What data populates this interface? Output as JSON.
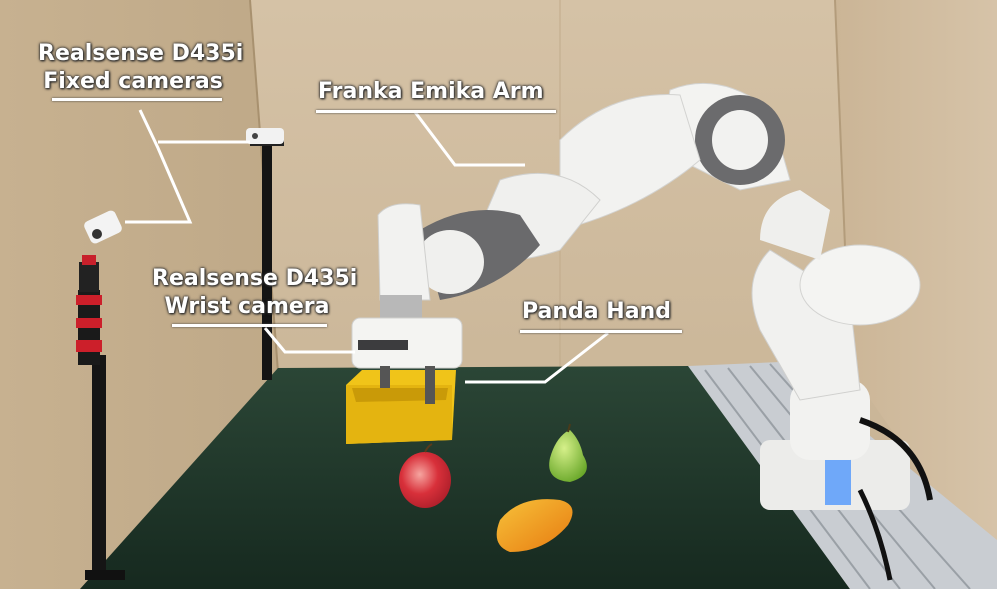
{
  "labels": {
    "fixed_cameras": {
      "line1": "Realsense D435i",
      "line2": "Fixed cameras"
    },
    "arm": {
      "line1": "Franka Emika Arm"
    },
    "wrist_camera": {
      "line1": "Realsense D435i",
      "line2": "Wrist camera"
    },
    "hand": {
      "line1": "Panda Hand"
    }
  },
  "colors": {
    "annotation": "#ffffff",
    "cardboard": "#c9b394",
    "mat": "#1f3a2c",
    "robot_white": "#f2f2f0",
    "robot_grey": "#6e6e70",
    "tray": "#f0c419",
    "apple": "#d8303a",
    "pear": "#8cc63f",
    "mango": "#f3a21c"
  }
}
